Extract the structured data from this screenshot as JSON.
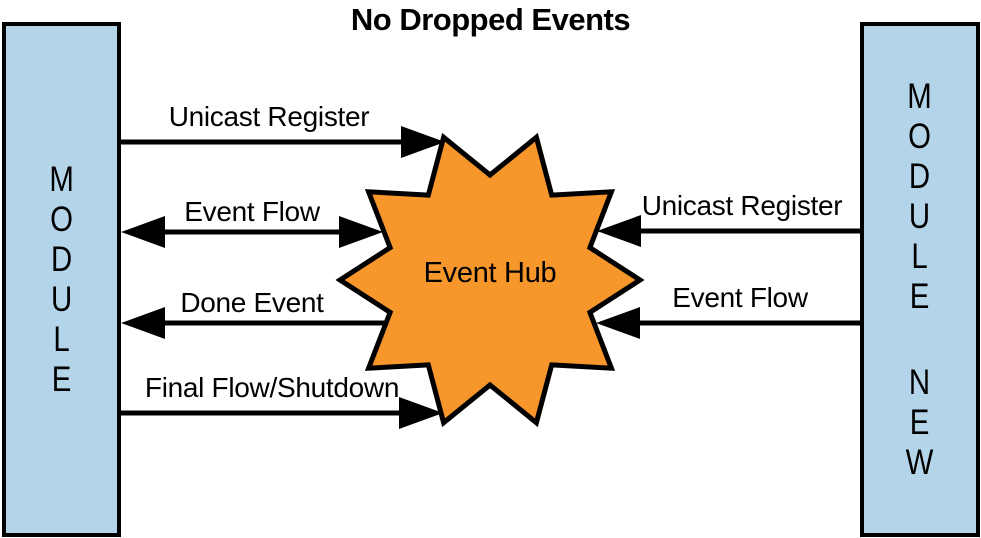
{
  "title": "No Dropped Events",
  "hub": {
    "label": "Event Hub"
  },
  "modules": {
    "left": {
      "label": "MODULE"
    },
    "right": {
      "label": "MODULE NEW"
    }
  },
  "arrows": {
    "left": [
      {
        "label": "Unicast Register",
        "direction": "module-to-hub"
      },
      {
        "label": "Event Flow",
        "direction": "bidirectional"
      },
      {
        "label": "Done Event",
        "direction": "hub-to-module"
      },
      {
        "label": "Final Flow/Shutdown",
        "direction": "module-to-hub"
      }
    ],
    "right": [
      {
        "label": "Unicast Register",
        "direction": "module-to-hub"
      },
      {
        "label": "Event Flow",
        "direction": "module-to-hub"
      }
    ]
  },
  "colors": {
    "module_fill": "#b4d5e9",
    "hub_fill": "#f7962b",
    "line": "#000000"
  }
}
